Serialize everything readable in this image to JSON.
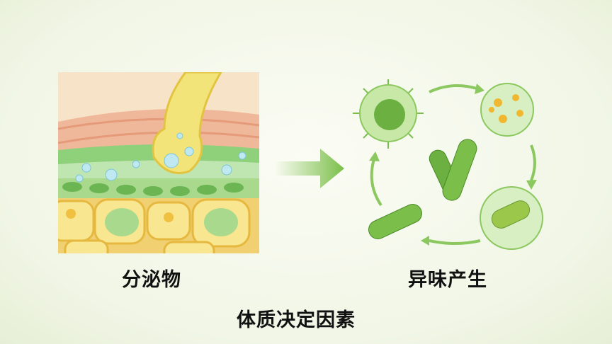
{
  "labels": {
    "secretion": "分泌物",
    "odor": "异味产生",
    "caption": "体质决定因素"
  },
  "colors": {
    "accent_green": "#7bbf4a",
    "yellow": "#f3d860",
    "text": "#111111"
  }
}
